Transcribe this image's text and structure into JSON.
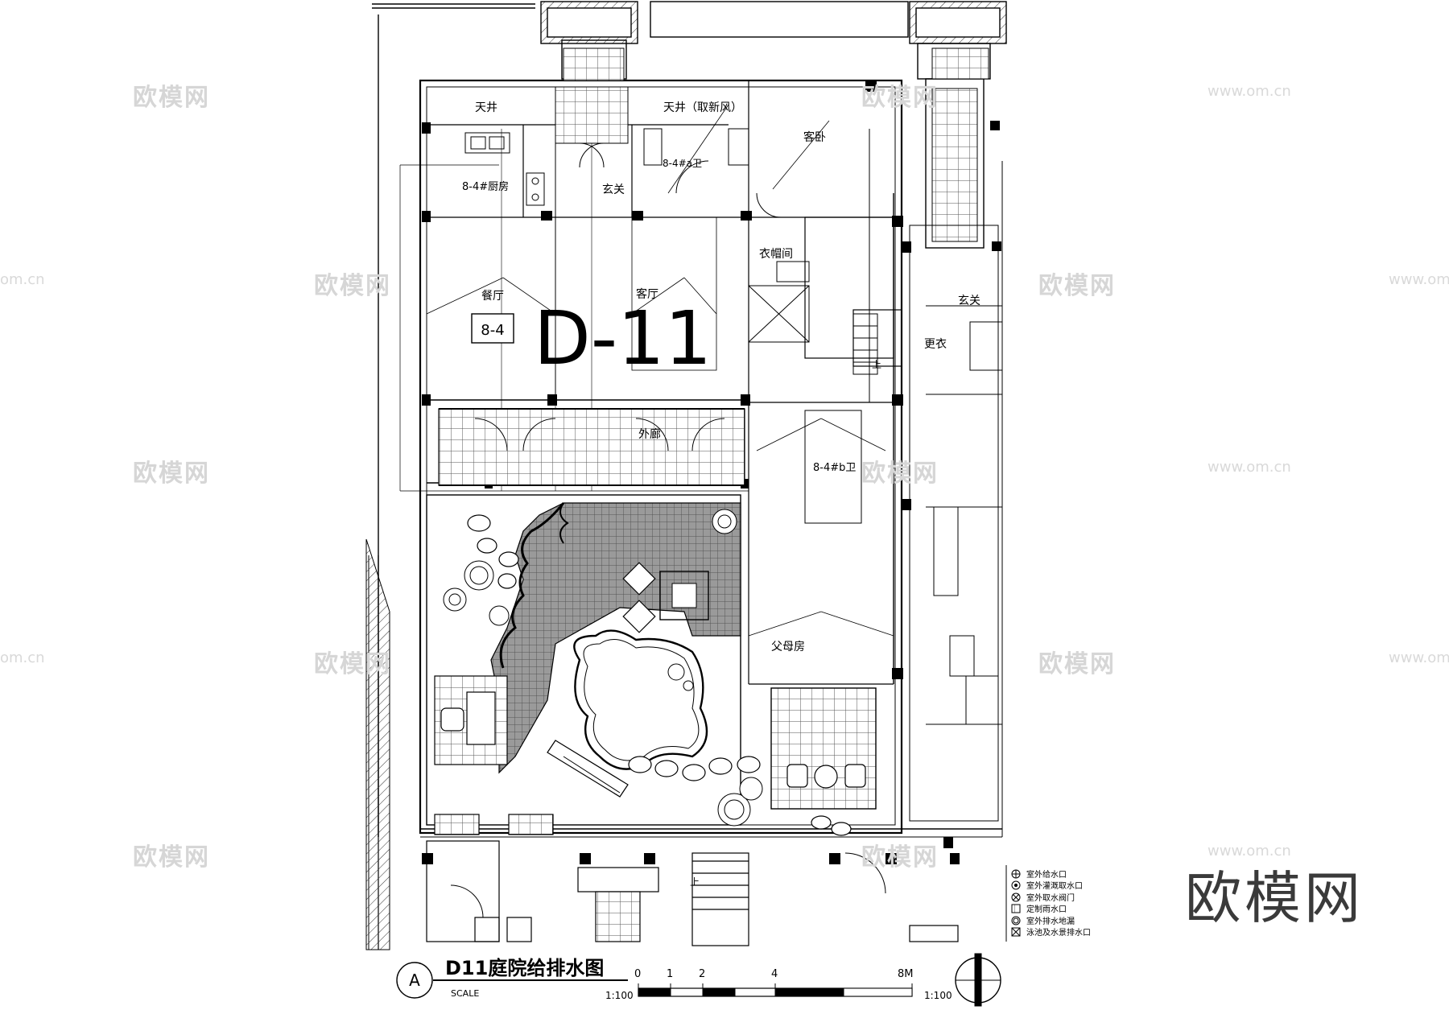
{
  "plan": {
    "code": "D-11",
    "unit_tag": "8-4",
    "rooms": {
      "skylight_left": "天井",
      "skylight_fresh_air": "天井（取新风）",
      "guest_bedroom": "客卧",
      "bath_a": "8-4#a卫",
      "kitchen": "8-4#厨房",
      "foyer": "玄关",
      "cloakroom": "衣帽间",
      "dining": "餐厅",
      "living": "客厅",
      "foyer_right": "玄关",
      "changing": "更衣",
      "corridor": "外廊",
      "bath_b": "8-4#b卫",
      "parents_room": "父母房",
      "stair_up_1": "上",
      "stair_up_2": "上"
    }
  },
  "title_block": {
    "marker": "A",
    "title": "D11庭院给排水图",
    "scale_label": "SCALE",
    "scale_left": "1:100",
    "scale_right": "1:100",
    "ticks": [
      "0",
      "1",
      "2",
      "4",
      "8M"
    ]
  },
  "legend": [
    "室外给水口",
    "室外灌溉取水口",
    "室外取水阀门",
    "定制雨水口",
    "室外排水地漏",
    "泳池及水景排水口"
  ],
  "watermarks": {
    "brand": "欧模网",
    "url": "www.om.cn",
    "url_short": "om.cn"
  }
}
